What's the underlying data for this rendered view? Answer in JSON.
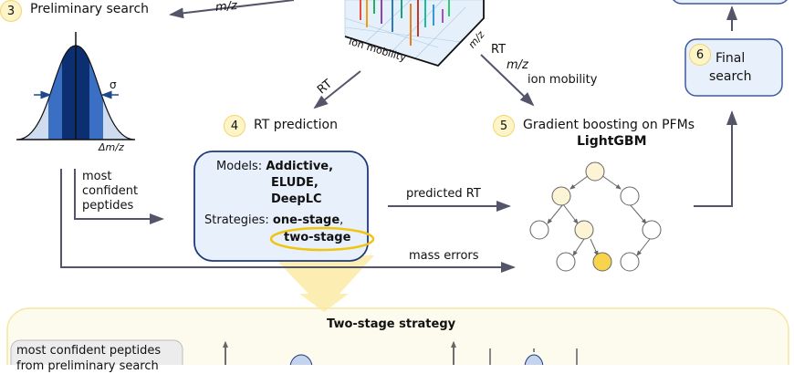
{
  "steps": {
    "step3": {
      "number": "3",
      "label": "Preliminary search"
    },
    "step4": {
      "number": "4",
      "label": "RT prediction"
    },
    "step5": {
      "number": "5",
      "label": "Gradient boosting on PFMs",
      "sublabel": "LightGBM"
    },
    "step6": {
      "number": "6",
      "label_line1": "Final",
      "label_line2": "search"
    }
  },
  "cube": {
    "axis_ion_mobility": "Ion mobility",
    "axis_mz": "m/z",
    "top_arrow_label": "m/z"
  },
  "gaussian": {
    "sigma": "σ",
    "xlabel": "Δm/z"
  },
  "arrows": {
    "rt_to_prediction": "RT",
    "to_boosting": [
      "RT",
      "m/z",
      "ion mobility"
    ],
    "most_confident": [
      "most",
      "confident",
      "peptides"
    ],
    "predicted_rt": "predicted RT",
    "mass_errors": "mass errors"
  },
  "models_box": {
    "models_label": "Models:",
    "models": [
      "Addictive,",
      "ELUDE,",
      "DeepLC"
    ],
    "strategies_label": "Strategies:",
    "strategies": [
      "one-stage",
      "two-stage"
    ],
    "separator": ","
  },
  "two_stage": {
    "title": "Two-stage strategy",
    "input_box_line1": "most confident peptides",
    "input_box_line2": "from preliminary search"
  },
  "colors": {
    "accent_yellow": "#f1c40f",
    "box_blue": "#e8f0fc",
    "border_blue": "#1f3a7a",
    "arrow_gray": "#55556a"
  }
}
